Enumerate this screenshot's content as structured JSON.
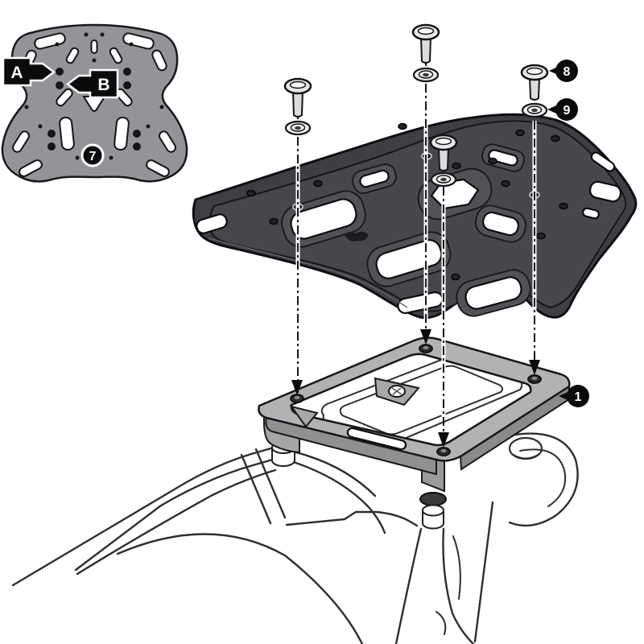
{
  "callouts": {
    "label_a": "A",
    "label_b": "B",
    "part_1": "1",
    "part_7": "7",
    "part_8": "8",
    "part_9": "9"
  },
  "colors": {
    "background": "#ffffff",
    "rack_plate": "#3f3f43",
    "adapter_plate": "#949498",
    "bracket": "#b2b2b5",
    "bracket_side": "#8f8f92",
    "outline": "#19191b",
    "callout_bg": "#0b0b0c",
    "callout_text": "#ffffff"
  }
}
